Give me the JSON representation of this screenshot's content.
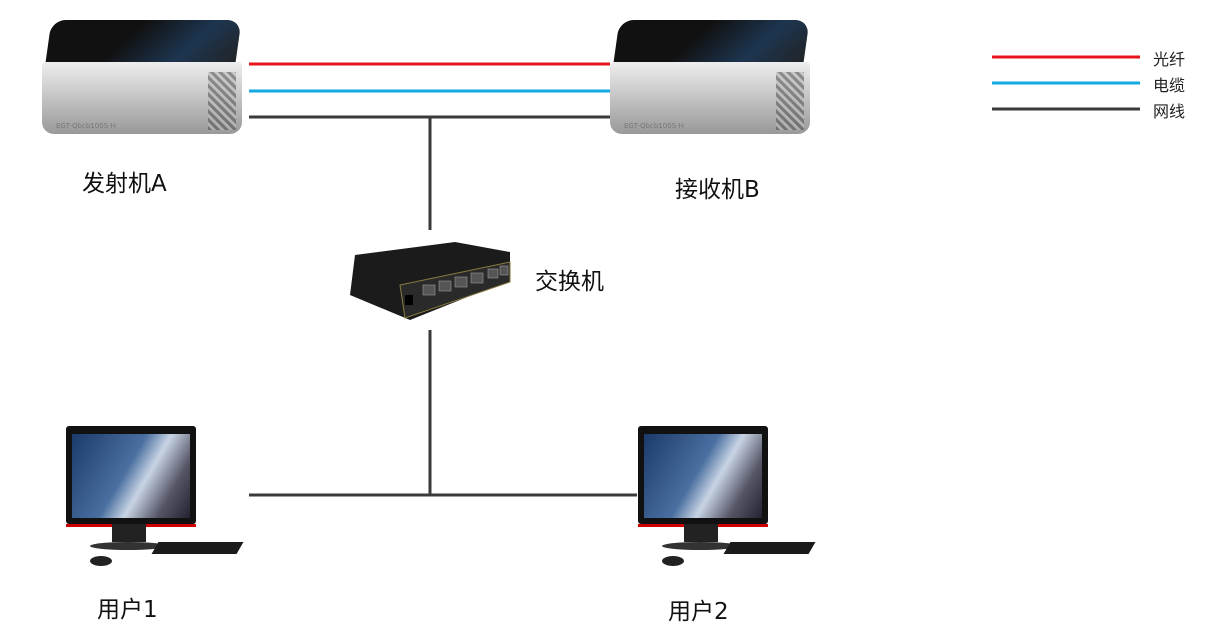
{
  "devices": {
    "transmitter": {
      "label": "发射机A",
      "model": "EGT-Qbcb100S-H"
    },
    "receiver": {
      "label": "接收机B",
      "model": "EGT-Qbcb100S-H"
    },
    "switch": {
      "label": "交换机"
    },
    "user1": {
      "label": "用户1"
    },
    "user2": {
      "label": "用户2"
    }
  },
  "legend": [
    {
      "label": "光纤",
      "color": "#e8141b"
    },
    {
      "label": "电缆",
      "color": "#13a9e2"
    },
    {
      "label": "网线",
      "color": "#3a3a3a"
    }
  ]
}
